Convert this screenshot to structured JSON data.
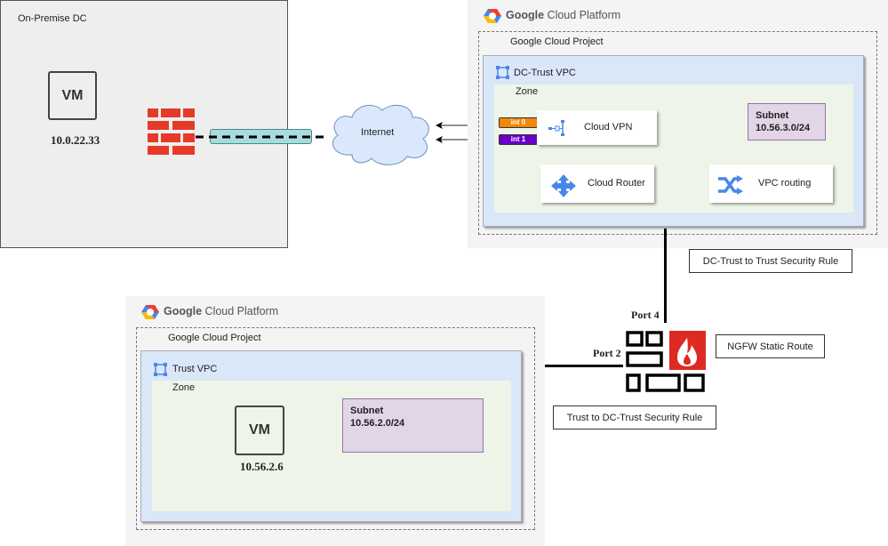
{
  "onprem": {
    "title": "On-Premise DC",
    "vm_label": "VM",
    "vm_ip": "10.0.22.33"
  },
  "internet": {
    "label": "Internet"
  },
  "gcp_top": {
    "platform_bold": "Google",
    "platform_rest": " Cloud Platform",
    "project": "Google Cloud Project",
    "vpc": "DC-Trust VPC",
    "zone": "Zone",
    "int0": "int 0",
    "int1": "int 1",
    "cloud_vpn": "Cloud VPN",
    "cloud_router": "Cloud Router",
    "vpc_routing": "VPC routing",
    "subnet_title": "Subnet",
    "subnet_cidr": "10.56.3.0/24"
  },
  "gcp_bottom": {
    "platform_bold": "Google",
    "platform_rest": " Cloud Platform",
    "project": "Google Cloud Project",
    "vpc": "Trust VPC",
    "zone": "Zone",
    "vm_label": "VM",
    "vm_ip": "10.56.2.6",
    "subnet_title": "Subnet",
    "subnet_cidr": "10.56.2.0/24"
  },
  "ngfw": {
    "port4": "Port 4",
    "port2": "Port 2",
    "rule_dc_to_trust": "DC-Trust to Trust Security Rule",
    "static_route": "NGFW Static Route",
    "rule_trust_to_dc": "Trust to DC-Trust Security Rule"
  },
  "colors": {
    "int0": "#f08705",
    "int1": "#6a00c8",
    "firewall_red": "#e53a29",
    "ngfw_red": "#dd2b23"
  }
}
